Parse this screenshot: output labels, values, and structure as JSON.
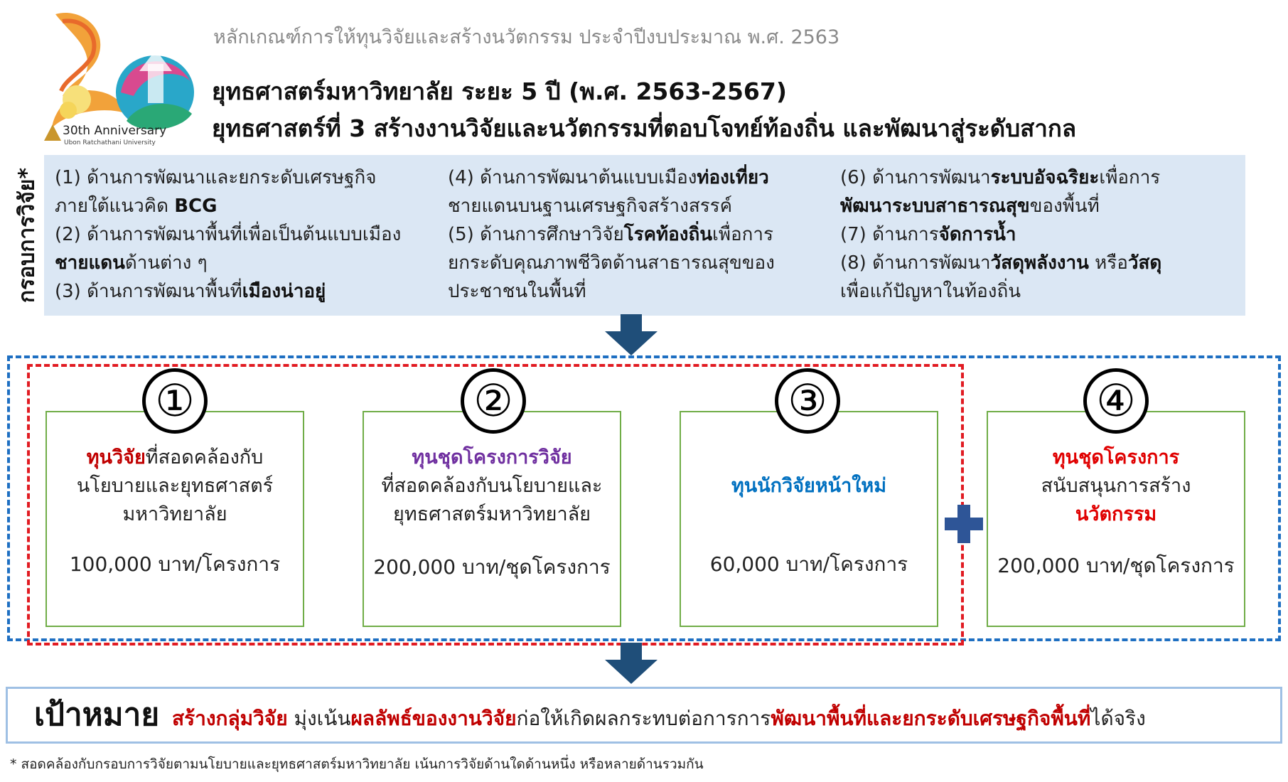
{
  "logo": {
    "text": "30th Anniversary",
    "subtext": "Ubon Ratchathani University"
  },
  "header": {
    "subtitle": "หลักเกณฑ์การให้ทุนวิจัยและสร้างนวัตกรรม ประจำปีงบประมาณ พ.ศ. 2563",
    "line1": "ยุทธศาสตร์มหาวิทยาลัย ระยะ 5 ปี (พ.ศ. 2563-2567)",
    "line2": "ยุทธศาสตร์ที่ 3 สร้างงานวิจัยและนวัตกรรมที่ตอบโจทย์ท้องถิ่น และพัฒนาสู่ระดับสากล"
  },
  "framework": {
    "label": "กรอบการวิจัย*",
    "col1": [
      {
        "a": "(1) ด้านการพัฒนาและยกระดับเศรษฐกิจ",
        "b": ""
      },
      {
        "a": "ภายใต้แนวคิด ",
        "b": "BCG"
      },
      {
        "a": "(2) ด้านการพัฒนาพื้นที่เพื่อเป็นต้นแบบเมือง",
        "b": ""
      },
      {
        "b": "ชายแดน",
        "c": "ด้านต่าง ๆ"
      },
      {
        "a": "(3) ด้านการพัฒนาพื้นที่",
        "b": "เมืองน่าอยู่"
      }
    ],
    "col2": [
      {
        "a": "(4) ด้านการพัฒนาต้นแบบเมือง",
        "b": "ท่องเที่ยว"
      },
      {
        "a": "ชายแดนบนฐานเศรษฐกิจสร้างสรรค์",
        "b": ""
      },
      {
        "a": "(5) ด้านการศึกษาวิจัย",
        "b": "โรคท้องถิ่น",
        "c": "เพื่อการ"
      },
      {
        "a": "ยกระดับคุณภาพชีวิตด้านสาธารณสุขของ",
        "b": ""
      },
      {
        "a": "ประชาชนในพื้นที่",
        "b": ""
      }
    ],
    "col3": [
      {
        "a": "(6) ด้านการพัฒนา",
        "b": "ระบบอัจฉริยะ",
        "c": "เพื่อการ"
      },
      {
        "b": "พัฒนาระบบสาธารณสุข",
        "c": "ของพื้นที่"
      },
      {
        "a": "(7) ด้านการ",
        "b": "จัดการน้ำ"
      },
      {
        "a": "(8) ด้านการพัฒนา",
        "b": "วัสดุพลังงาน",
        "c": " หรือ",
        "d": "วัสดุ"
      },
      {
        "a": "เพื่อแก้ปัญหาในท้องถิ่น",
        "b": ""
      }
    ]
  },
  "cards": [
    {
      "num": "①",
      "title_color": "#c00000",
      "title_bold": "ทุนวิจัย",
      "title_rest": "ที่สอดคล้องกับ",
      "lines": [
        "นโยบายและยุทธศาสตร์",
        "มหาวิทยาลัย"
      ],
      "amount": "100,000 บาท/โครงการ"
    },
    {
      "num": "②",
      "title_color": "#7030a0",
      "title_bold": "ทุนชุดโครงการวิจัย",
      "title_rest": "",
      "lines": [
        "ที่สอดคล้องกับนโยบายและ",
        "ยุทธศาสตร์มหาวิทยาลัย"
      ],
      "amount": "200,000 บาท/ชุดโครงการ"
    },
    {
      "num": "③",
      "title_color": "#0070c0",
      "title_bold": "ทุนนักวิจัยหน้าใหม่",
      "title_rest": "",
      "lines": [],
      "amount": "60,000 บาท/โครงการ"
    },
    {
      "num": "④",
      "title_color": "#e00000",
      "title_bold": "ทุนชุดโครงการ",
      "title_rest": "",
      "lines": [
        "สนับสนุนการสร้าง"
      ],
      "line_bold": "นวัตกรรม",
      "amount": "200,000 บาท/ชุดโครงการ"
    }
  ],
  "goal": {
    "label": "เป้าหมาย",
    "p1": "สร้างกลุ่มวิจัย",
    "p2": " มุ่งเน้น",
    "p3": "ผลลัพธ์ของงานวิจัย",
    "p4": "ก่อให้เกิดผลกระทบต่อการการ",
    "p5": "พัฒนาพื้นที่และยกระดับเศรษฐกิจพื้นที่",
    "p6": "ได้จริง"
  },
  "footnote": "* สอดคล้องกับกรอบการวิจัยตามนโยบายและยุทธศาสตร์มหาวิทยาลัย เน้นการวิจัยด้านใดด้านหนึ่ง หรือหลายด้านรวมกัน",
  "colors": {
    "arrow": "#1f4e79",
    "plus": "#2e5597",
    "blue_dash": "#1e6fc2",
    "red_dash": "#e11b22",
    "card_border": "#70ad47",
    "band": "#dbe7f4"
  }
}
